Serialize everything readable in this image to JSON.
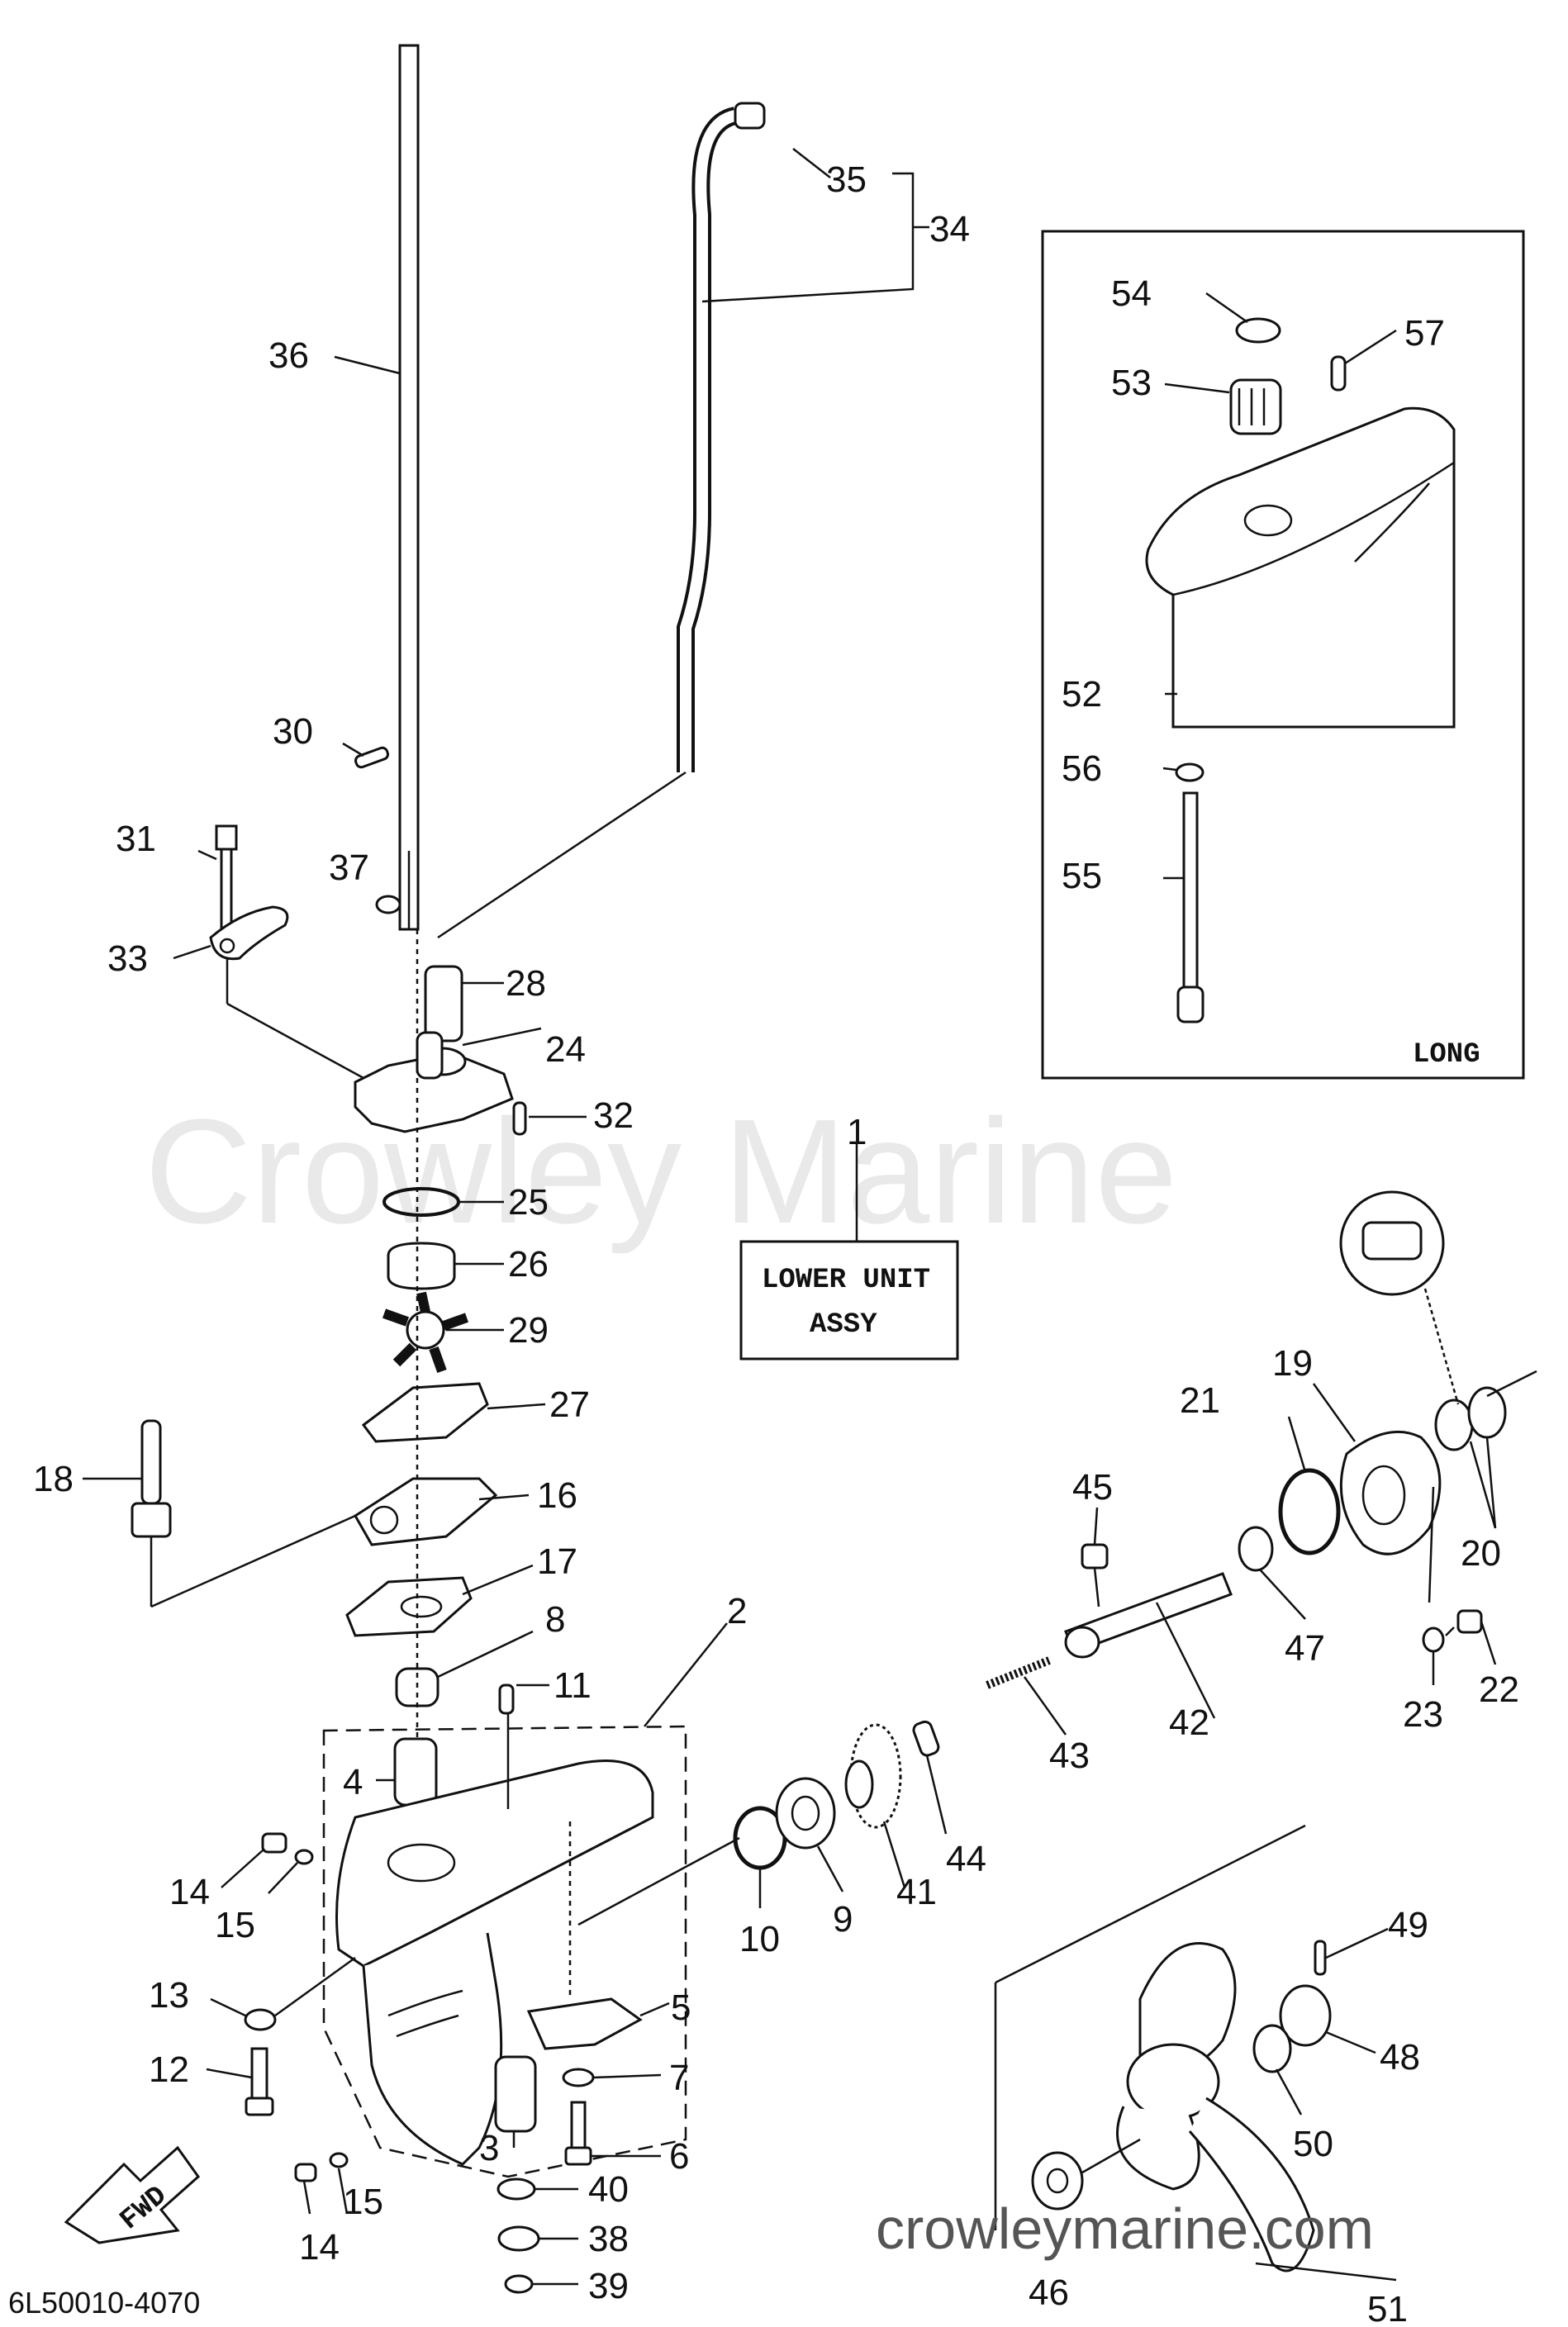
{
  "watermark": "Crowley Marine",
  "site_url": "crowleymarine.com",
  "diagram_code": "6L50010-4070",
  "assembly_box_label_line1": "LOWER UNIT",
  "assembly_box_label_line2": "ASSY",
  "inset_label": "LONG",
  "fwd_label": "FWD",
  "part_numbers": {
    "p1": "1",
    "p2": "2",
    "p3": "3",
    "p4": "4",
    "p5": "5",
    "p6": "6",
    "p7": "7",
    "p8": "8",
    "p9": "9",
    "p10": "10",
    "p11": "11",
    "p12": "12",
    "p13": "13",
    "p14a": "14",
    "p14b": "14",
    "p15a": "15",
    "p15b": "15",
    "p16": "16",
    "p17": "17",
    "p18": "18",
    "p19": "19",
    "p20": "20",
    "p21": "21",
    "p22": "22",
    "p23": "23",
    "p24": "24",
    "p25": "25",
    "p26": "26",
    "p27": "27",
    "p28": "28",
    "p29": "29",
    "p30": "30",
    "p31": "31",
    "p32": "32",
    "p33": "33",
    "p34": "34",
    "p35": "35",
    "p36": "36",
    "p37": "37",
    "p38": "38",
    "p39": "39",
    "p40": "40",
    "p41": "41",
    "p42": "42",
    "p43": "43",
    "p44": "44",
    "p45": "45",
    "p46": "46",
    "p47": "47",
    "p48": "48",
    "p49": "49",
    "p50": "50",
    "p51": "51",
    "p52": "52",
    "p53": "53",
    "p54": "54",
    "p55": "55",
    "p56": "56",
    "p57": "57"
  }
}
